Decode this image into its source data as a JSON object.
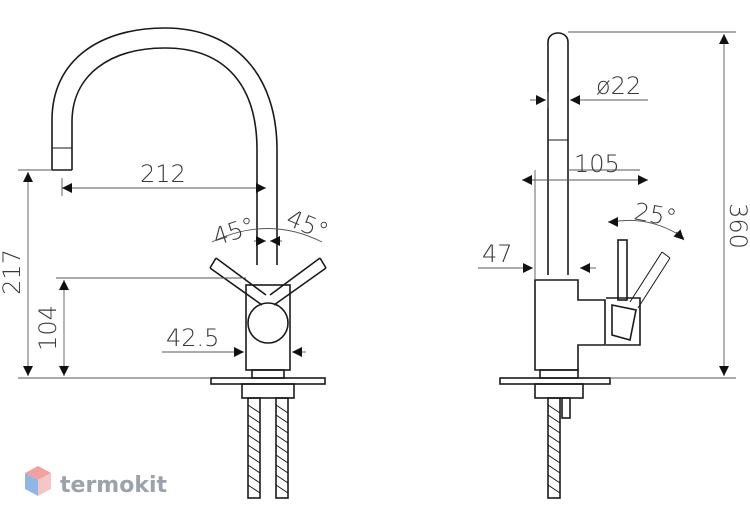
{
  "brand": {
    "name": "termokit",
    "colors": {
      "top": "#f2a0a0",
      "left": "#8fb7e6",
      "right": "#f5c6c6"
    }
  },
  "front_view": {
    "dimensions": {
      "spout_reach": "212",
      "handle_angle_left": "45°",
      "handle_angle_right": "45°",
      "total_height": "217",
      "body_height": "104",
      "body_diameter": "42.5"
    }
  },
  "side_view": {
    "dimensions": {
      "spout_diameter": "ø22",
      "reach": "105",
      "lever_angle": "25°",
      "base_offset": "47",
      "total_height": "360"
    }
  }
}
